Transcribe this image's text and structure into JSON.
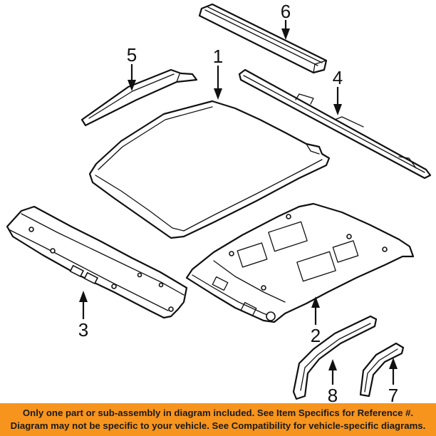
{
  "diagram": {
    "callouts": [
      {
        "id": "1",
        "label": "1"
      },
      {
        "id": "2",
        "label": "2"
      },
      {
        "id": "3",
        "label": "3"
      },
      {
        "id": "4",
        "label": "4"
      },
      {
        "id": "5",
        "label": "5"
      },
      {
        "id": "6",
        "label": "6"
      },
      {
        "id": "7",
        "label": "7"
      },
      {
        "id": "8",
        "label": "8"
      }
    ]
  },
  "footer": {
    "line1": "Only one part or sub-assembly in diagram included. See Item Specifics for Reference #.",
    "line2": "Diagram may not be specific to your vehicle. See Compatibility for vehicle-specific diagrams.",
    "background_color": "#f7941d"
  }
}
